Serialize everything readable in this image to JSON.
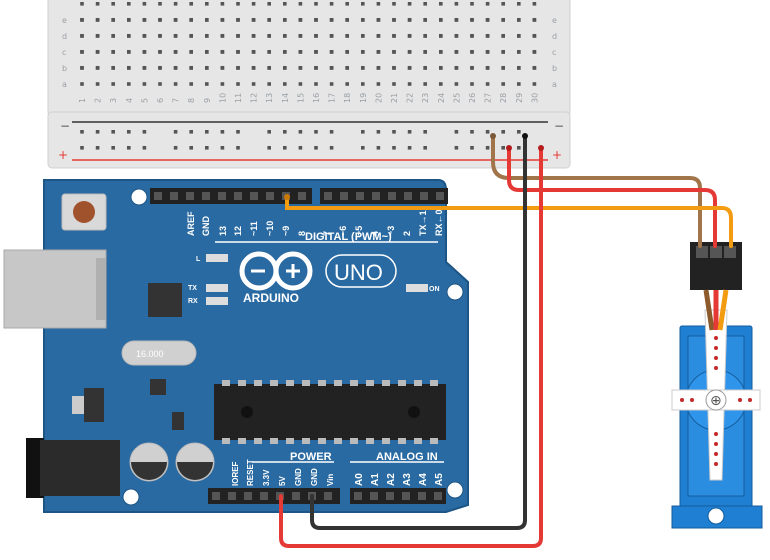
{
  "breadboard": {
    "row_labels_top": [
      "e",
      "d",
      "c",
      "b",
      "a"
    ],
    "column_numbers": [
      "1",
      "2",
      "3",
      "4",
      "5",
      "6",
      "7",
      "8",
      "9",
      "10",
      "11",
      "12",
      "13",
      "14",
      "15",
      "16",
      "17",
      "18",
      "19",
      "20",
      "21",
      "22",
      "23",
      "24",
      "25",
      "26",
      "27",
      "28",
      "29",
      "30"
    ],
    "rail_minus": "−",
    "rail_plus": "+"
  },
  "arduino": {
    "brand": "ARDUINO",
    "model": "UNO",
    "crystal_label": "16.000",
    "digital_header_label": "DIGITAL (PWM~)",
    "digital_pins": [
      "AREF",
      "GND",
      "13",
      "12",
      "~11",
      "~10",
      "~9",
      "8",
      "7",
      "~6",
      "~5",
      "4",
      "~3",
      "2",
      "TX→1",
      "RX←0"
    ],
    "led_l": "L",
    "led_tx": "TX",
    "led_rx": "RX",
    "led_on": "ON",
    "power_header_label": "POWER",
    "analog_header_label": "ANALOG IN",
    "power_pins": [
      "IOREF",
      "RESET",
      "3.3V",
      "5V",
      "GND",
      "GND",
      "Vin"
    ],
    "analog_pins": [
      "A0",
      "A1",
      "A2",
      "A3",
      "A4",
      "A5"
    ]
  },
  "wires": {
    "signal": "#f39c12",
    "power": "#e53935",
    "ground": "#333333",
    "brown": "#a1744a"
  },
  "colors": {
    "board": "#2a6aa2",
    "board_dark": "#1d5585",
    "servo": "#1f7fd3",
    "breadboard": "#e8e8e8"
  }
}
